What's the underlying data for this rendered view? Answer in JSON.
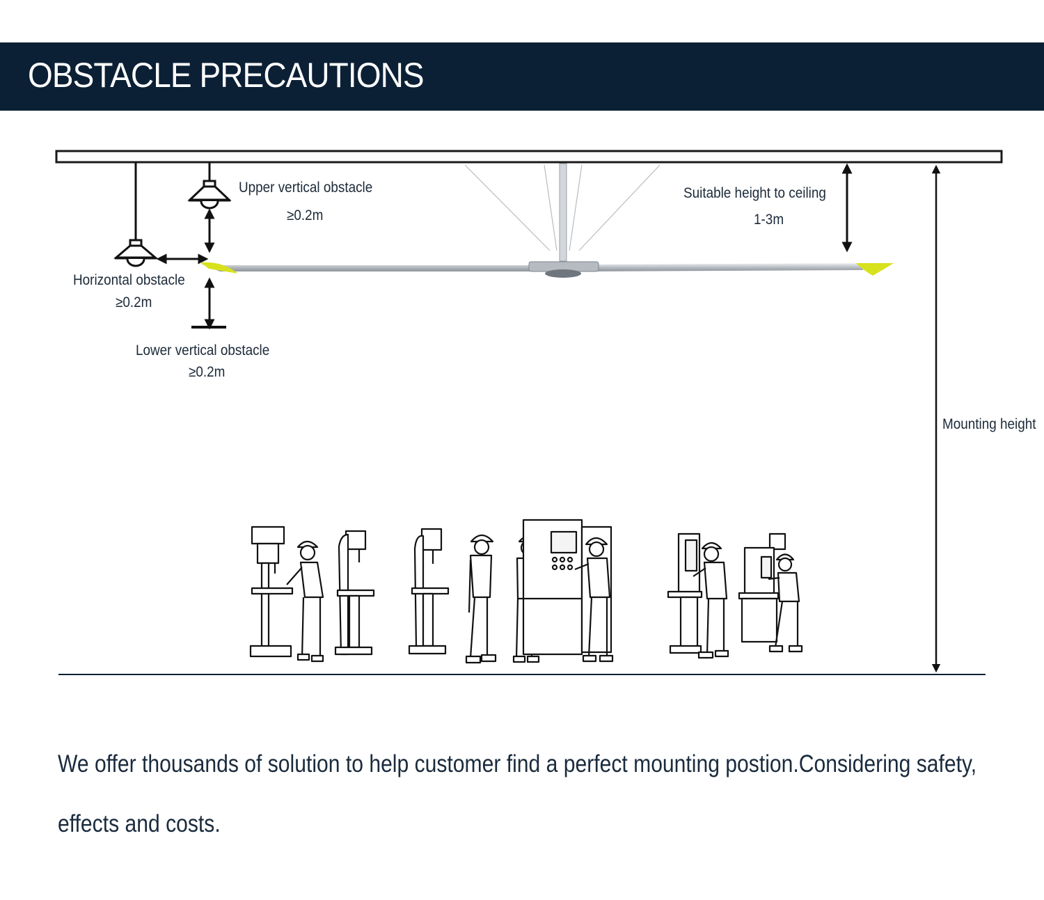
{
  "header": {
    "title": "OBSTACLE PRECAUTIONS"
  },
  "labels": {
    "upper_vertical": "Upper vertical obstacle",
    "upper_vertical_value": "≥0.2m",
    "horizontal": "Horizontal obstacle",
    "horizontal_value": "≥0.2m",
    "lower_vertical": "Lower vertical obstacle",
    "lower_vertical_value": "≥0.2m",
    "ceiling": "Suitable height to ceiling",
    "ceiling_value": "1-3m",
    "mounting": "Mounting height"
  },
  "description": "We offer thousands of solution to help customer find a perfect mounting postion.Considering safety, effects and costs.",
  "colors": {
    "header_bg": "#0b2035",
    "blade_tip": "#d7e21c",
    "blade": "#c9cdd2"
  },
  "icons": [
    "ceiling-lamp-icon",
    "fan-icon",
    "drill-press-icon",
    "worker-icon",
    "control-cabinet-icon"
  ]
}
